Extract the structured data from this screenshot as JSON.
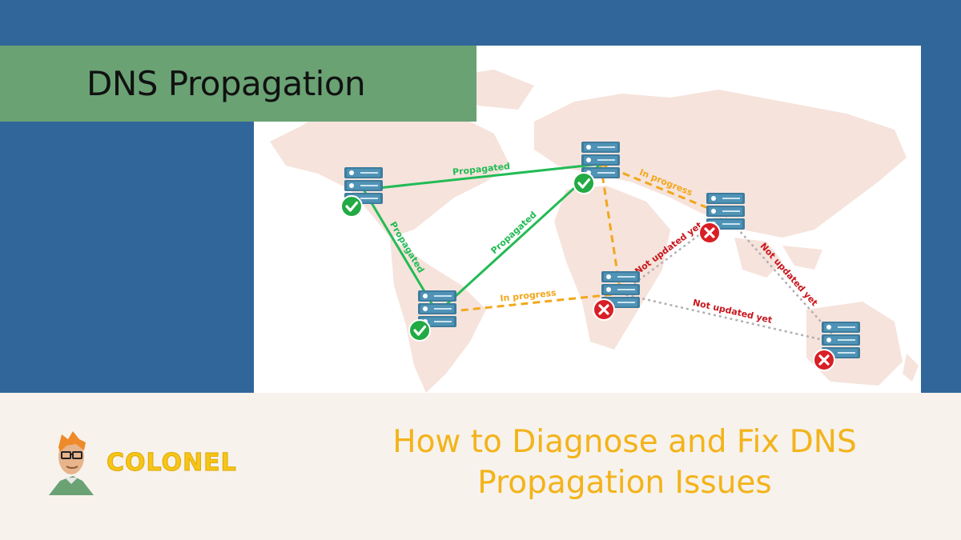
{
  "header": {
    "title": "DNS Propagation"
  },
  "diagram": {
    "nodes": [
      {
        "id": "north-america",
        "status": "propagated"
      },
      {
        "id": "europe",
        "status": "propagated"
      },
      {
        "id": "south-america",
        "status": "propagated"
      },
      {
        "id": "africa",
        "status": "not-updated"
      },
      {
        "id": "asia",
        "status": "not-updated"
      },
      {
        "id": "australia",
        "status": "not-updated"
      }
    ],
    "edges": [
      {
        "from": "north-america",
        "to": "europe",
        "label": "Propagated",
        "state": "propagated"
      },
      {
        "from": "north-america",
        "to": "south-america",
        "label": "Propagated",
        "state": "propagated"
      },
      {
        "from": "south-america",
        "to": "europe",
        "label": "Propagated",
        "state": "propagated"
      },
      {
        "from": "europe",
        "to": "asia",
        "label": "In progress",
        "state": "in-progress"
      },
      {
        "from": "south-america",
        "to": "africa",
        "label": "In progress",
        "state": "in-progress"
      },
      {
        "from": "europe",
        "to": "africa",
        "label": "",
        "state": "in-progress"
      },
      {
        "from": "africa",
        "to": "asia",
        "label": "Not updated yet",
        "state": "not-updated"
      },
      {
        "from": "asia",
        "to": "australia",
        "label": "Not updated yet",
        "state": "not-updated"
      },
      {
        "from": "africa",
        "to": "australia",
        "label": "Not updated yet",
        "state": "not-updated"
      }
    ],
    "colors": {
      "propagated": "#22bb55",
      "in_progress": "#f2a71b",
      "not_updated": "#b0b0b0",
      "not_updated_label": "#c8161d",
      "server": "#3e7c9d",
      "map": "#f6e3dc"
    }
  },
  "brand": {
    "name": "COLONEL"
  },
  "headline": {
    "line1": "How to Diagnose and Fix DNS",
    "line2": "Propagation Issues"
  }
}
